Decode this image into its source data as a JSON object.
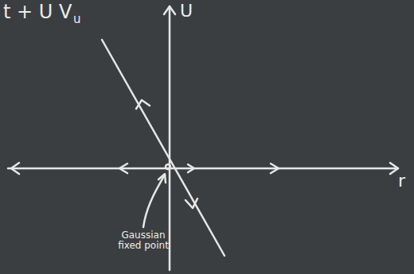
{
  "diagram": {
    "labels": [
      "t + U V",
      "u",
      "U",
      "r",
      "Gaussian fixed point"
    ]
  }
}
